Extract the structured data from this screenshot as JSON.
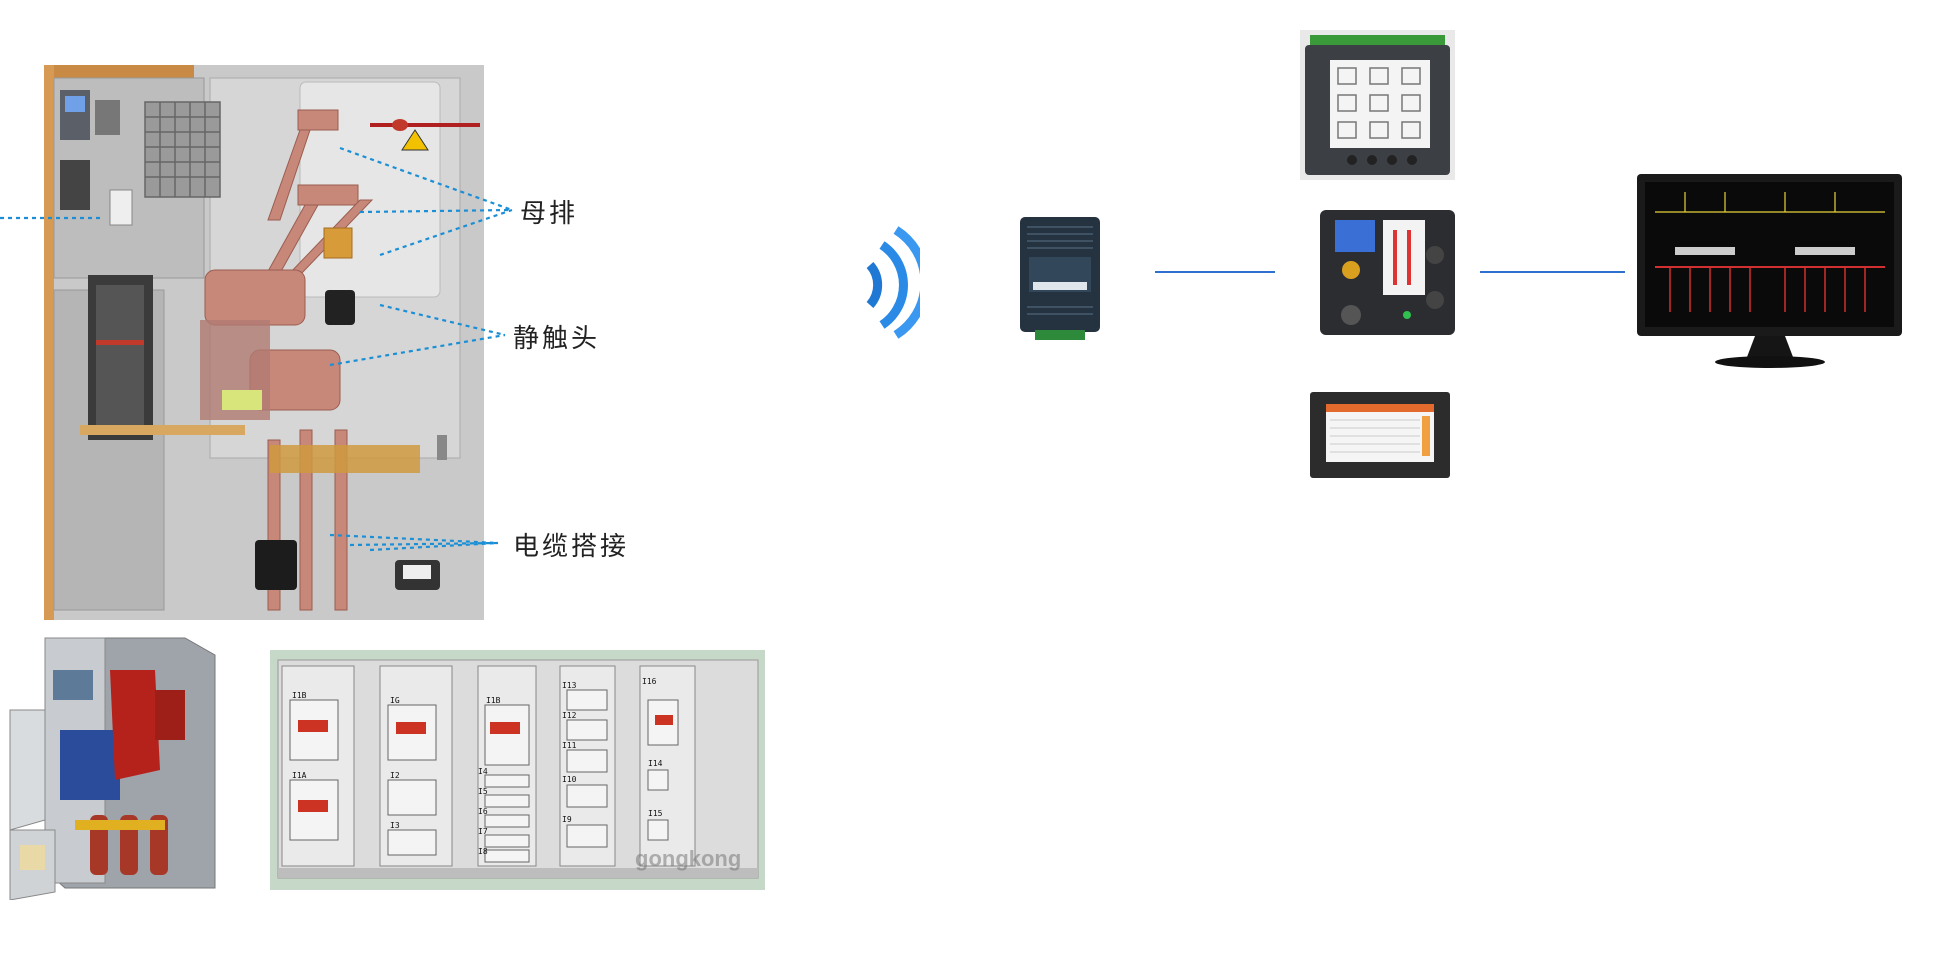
{
  "callouts": {
    "busbar": "母排",
    "static_contact": "静触头",
    "cable_joint": "电缆搭接"
  },
  "watermark": "gongkong",
  "colors": {
    "callout_line": "#1b8fd6",
    "link_line": "#2f6fd0",
    "copper": "#c7887a",
    "wifi": "#1e78d4"
  },
  "lv_panels": {
    "tags": [
      "I1B",
      "I1A",
      "IG",
      "I2",
      "I3",
      "I1B",
      "I4",
      "I5",
      "I6",
      "I7",
      "I8",
      "I13",
      "I12",
      "I11",
      "I10",
      "I9",
      "I16",
      "I14",
      "I15"
    ]
  },
  "icons": [
    "wireless-signal-icon",
    "temperature-collector-device",
    "power-meter-device",
    "switchgear-controller-device",
    "touch-screen-device",
    "monitor-device"
  ]
}
